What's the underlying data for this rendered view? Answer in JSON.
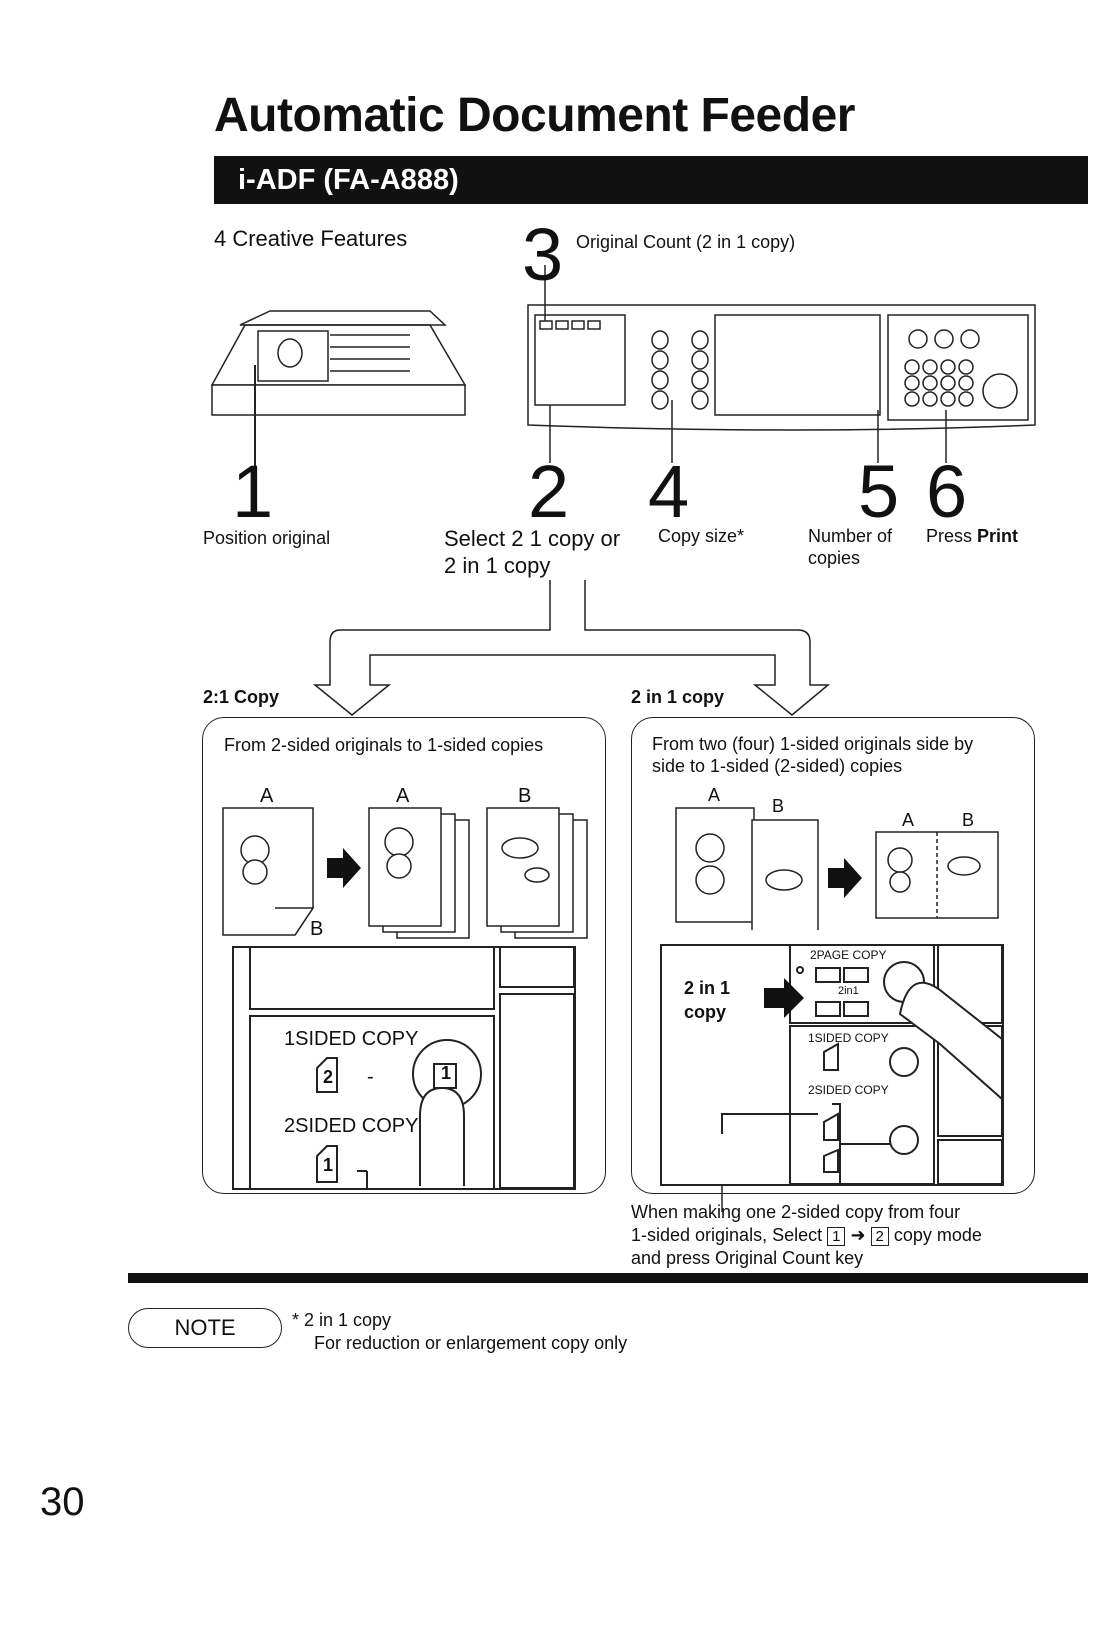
{
  "header": {
    "title": "Automatic Document Feeder",
    "band_label": "i-ADF (FA-A888)"
  },
  "features": {
    "heading": "4 Creative Features",
    "steps": [
      {
        "number": "1",
        "label": "Position original"
      },
      {
        "number": "2",
        "label_line1": "Select 2 1 copy or",
        "label_line2": "2 in 1 copy"
      },
      {
        "number": "3",
        "label": "Original Count (2 in 1 copy)"
      },
      {
        "number": "4",
        "label": "Copy size*"
      },
      {
        "number": "5",
        "label_line1": "Number of",
        "label_line2": "copies"
      },
      {
        "number": "6",
        "label_prefix": "Press ",
        "label_bold": "Print"
      }
    ]
  },
  "left_panel": {
    "title": "2:1 Copy",
    "description": "From 2-sided originals to 1-sided copies",
    "label_a1": "A",
    "label_a2": "A",
    "label_b1": "B",
    "label_b2": "B",
    "sided1": "1SIDED COPY",
    "sided2": "2SIDED COPY",
    "icon_2": "2",
    "icon_1a": "1",
    "icon_1b": "1",
    "dash": "-"
  },
  "right_panel": {
    "title": "2 in 1 copy",
    "description_line1": "From two (four) 1-sided originals side by",
    "description_line2": "side to 1-sided (2-sided) copies",
    "label_a1": "A",
    "label_b1": "B",
    "label_a2": "A",
    "label_b2": "B",
    "panel_label_line1": "2 in 1",
    "panel_label_line2": "copy",
    "page2": "2PAGE COPY",
    "two_in_one": "2in1",
    "sided1": "1SIDED COPY",
    "sided2": "2SIDED COPY",
    "footer_line1": "When making one 2-sided copy from four",
    "footer_line2_a": "1-sided originals, Select ",
    "footer_box1": "1",
    "footer_box2": "2",
    "footer_line2_b": " copy mode",
    "footer_line3": "and press Original Count key"
  },
  "note": {
    "label": "NOTE",
    "line1": "* 2 in 1 copy",
    "line2": "For reduction or enlargement copy only"
  },
  "page_number": "30"
}
